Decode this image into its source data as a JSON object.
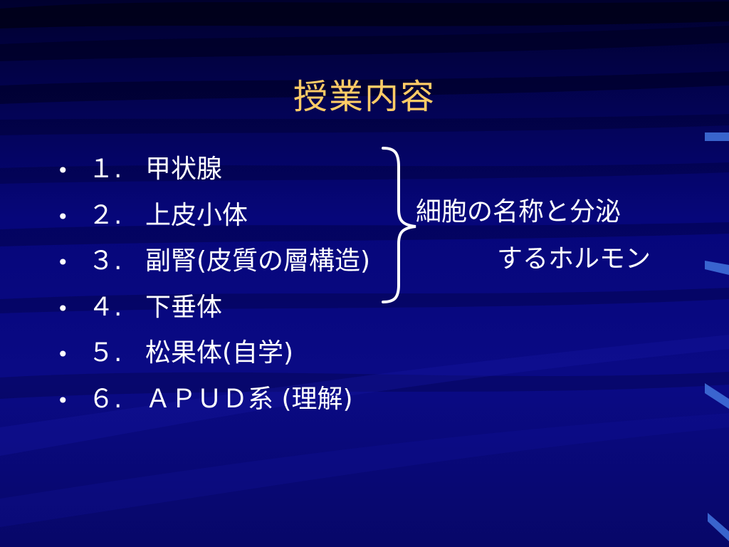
{
  "slide": {
    "title": "授業内容",
    "items": [
      {
        "bullet": "•",
        "number": "１.",
        "text": "甲状腺"
      },
      {
        "bullet": "•",
        "number": "２.",
        "text": "上皮小体"
      },
      {
        "bullet": "•",
        "number": "３.",
        "text": "副腎(皮質の層構造)"
      },
      {
        "bullet": "•",
        "number": "４.",
        "text": "下垂体"
      },
      {
        "bullet": "•",
        "number": "５.",
        "text": "松果体(自学)"
      },
      {
        "bullet": "•",
        "number": "６.",
        "text": "ＡＰＵＤ系  (理解)"
      }
    ],
    "note": {
      "line1": "細胞の名称と分泌",
      "line2": "するホルモン"
    },
    "colors": {
      "title": "#ffcc66",
      "text": "#ffffff",
      "background": "#0a0a85"
    }
  }
}
